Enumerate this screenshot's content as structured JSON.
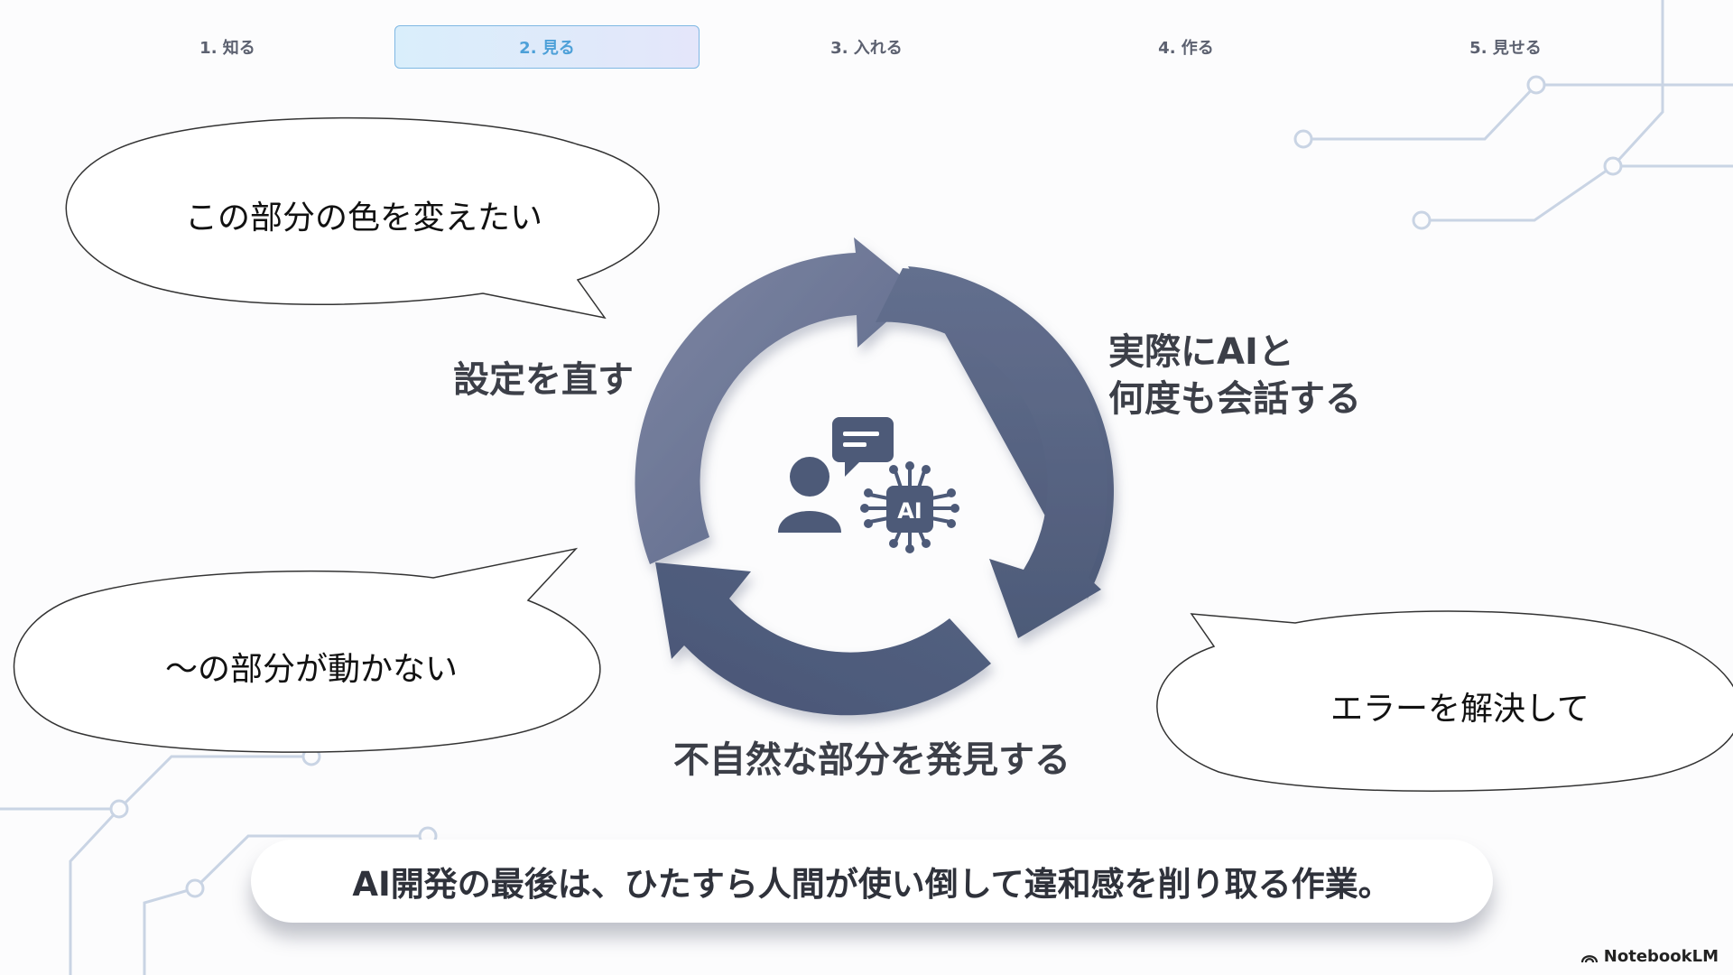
{
  "steps": [
    {
      "label": "1. 知る"
    },
    {
      "label": "2. 見る"
    },
    {
      "label": "3. 入れる"
    },
    {
      "label": "4. 作る"
    },
    {
      "label": "5. 見せる"
    }
  ],
  "active_step_index": 1,
  "bubbles": {
    "top_left": "この部分の色を変えたい",
    "bottom_left": "～の部分が動かない",
    "bottom_right": "エラーを解決して"
  },
  "cycle": {
    "label_left": "設定を直す",
    "label_right_line1": "実際にAIと",
    "label_right_line2": "何度も会話する",
    "label_bottom": "不自然な部分を発見する",
    "center_badge": "AI"
  },
  "banner": {
    "text": "AI開発の最後は、ひたすら人間が使い倒して違和感を削り取る作業。"
  },
  "brand": {
    "name": "NotebookLM"
  },
  "colors": {
    "arrow_dark": "#4d5a78",
    "arrow_mid": "#6b7594",
    "active_tab_text": "#4da0d8",
    "active_tab_border": "#7fb8e3",
    "circuit_line": "#c7d3e4"
  }
}
